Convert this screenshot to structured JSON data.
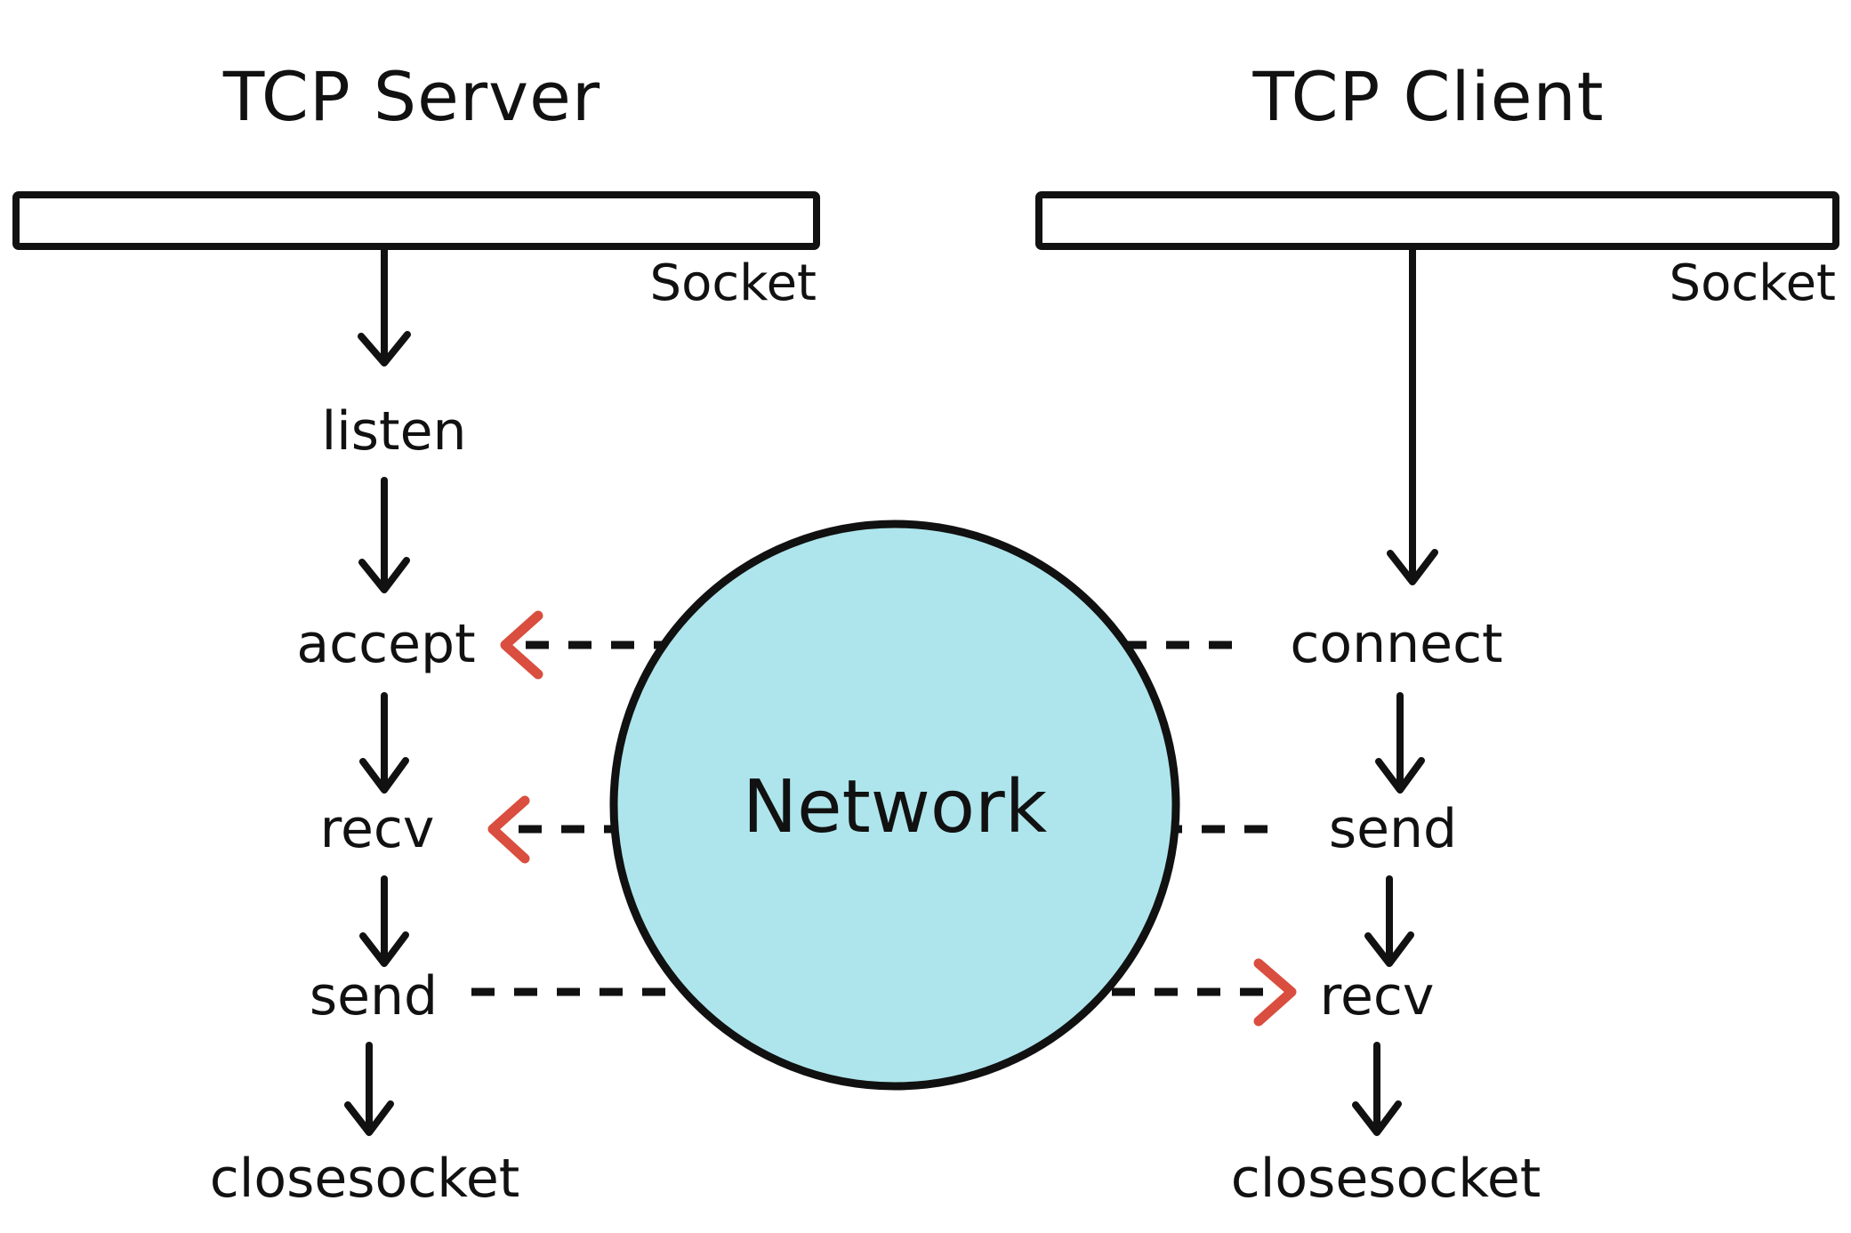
{
  "diagram": {
    "title_left": "TCP Server",
    "title_right": "TCP Client",
    "socket_label_left": "Socket",
    "socket_label_right": "Socket",
    "network_label": "Network",
    "colors": {
      "network_fill": "#AEE5EC",
      "outline": "#111111",
      "arrow_red": "#D94E3F",
      "background": "#FFFFFF"
    },
    "server_steps": [
      {
        "id": "listen",
        "label": "listen"
      },
      {
        "id": "accept",
        "label": "accept"
      },
      {
        "id": "recv",
        "label": "recv"
      },
      {
        "id": "send",
        "label": "send"
      },
      {
        "id": "closesocket",
        "label": "closesocket"
      }
    ],
    "client_steps": [
      {
        "id": "connect",
        "label": "connect"
      },
      {
        "id": "send",
        "label": "send"
      },
      {
        "id": "recv",
        "label": "recv"
      },
      {
        "id": "closesocket",
        "label": "closesocket"
      }
    ],
    "network_links": [
      {
        "id": "connect-to-accept",
        "from": "connect",
        "to": "accept",
        "direction": "right-to-left",
        "style": "dashed",
        "arrowhead_color": "#D94E3F"
      },
      {
        "id": "send-to-recv-client-server",
        "from": "send",
        "to": "recv",
        "direction": "right-to-left",
        "style": "dashed",
        "arrowhead_color": "#D94E3F"
      },
      {
        "id": "send-to-recv-server-client",
        "from": "send",
        "to": "recv",
        "direction": "left-to-right",
        "style": "dashed",
        "arrowhead_color": "#D94E3F"
      }
    ]
  }
}
